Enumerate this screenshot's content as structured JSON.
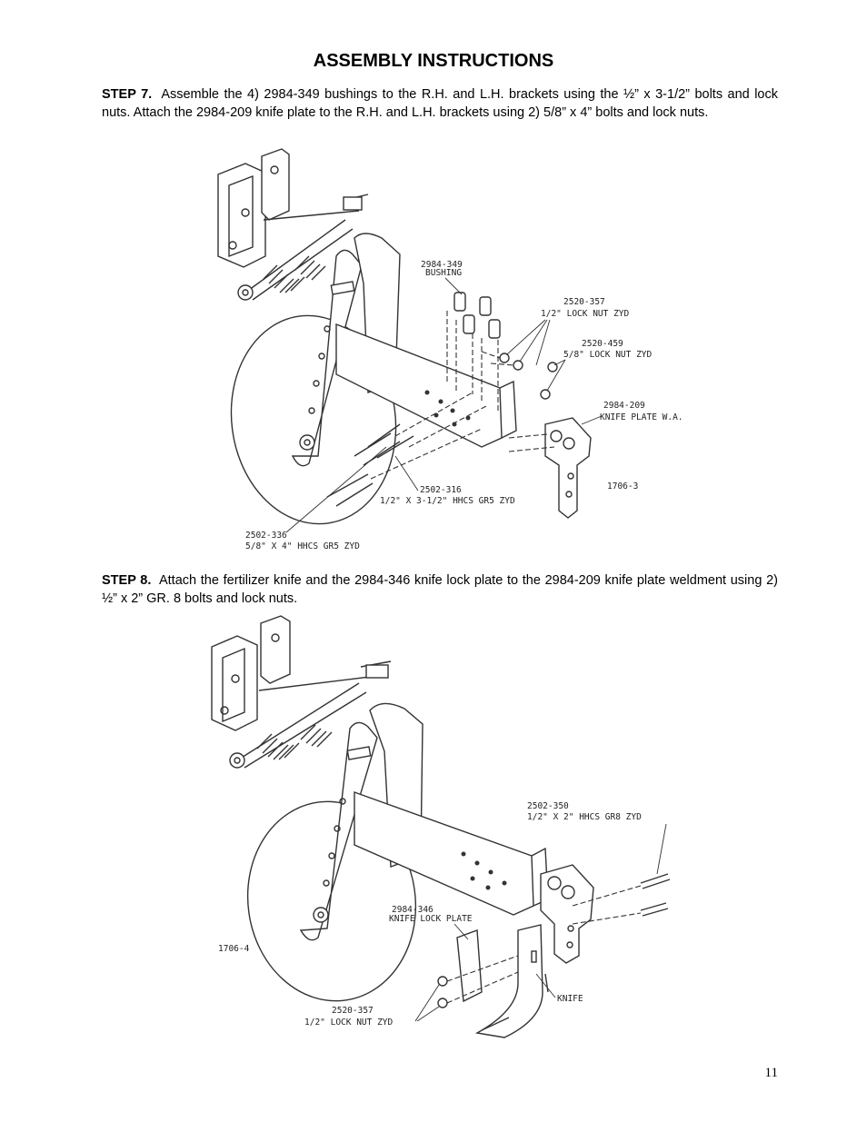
{
  "page": {
    "title": "ASSEMBLY INSTRUCTIONS",
    "page_number": "11"
  },
  "step7": {
    "label": "STEP 7.",
    "text": "Assemble the 4) 2984-349 bushings to the R.H. and L.H. brackets using the ½” x 3-1/2” bolts and lock nuts.  Attach the 2984-209 knife plate to the R.H. and L.H. brackets using 2) 5/8” x 4” bolts and lock nuts.",
    "figure": {
      "drawing_number": "1706-3",
      "callouts": {
        "bushing_pn": "2984-349",
        "bushing_desc": "BUSHING",
        "locknut12_pn": "2520-357",
        "locknut12_desc": "1/2\" LOCK NUT ZYD",
        "locknut58_pn": "2520-459",
        "locknut58_desc": "5/8\" LOCK NUT ZYD",
        "knifeplate_pn": "2984-209",
        "knifeplate_desc": "KNIFE PLATE W.A.",
        "bolt12_pn": "2502-316",
        "bolt12_desc": "1/2\" X 3-1/2\" HHCS GR5 ZYD",
        "bolt58_pn": "2502-336",
        "bolt58_desc": "5/8\" X 4\" HHCS GR5 ZYD"
      }
    }
  },
  "step8": {
    "label": "STEP 8.",
    "text": "Attach the fertilizer knife and the 2984-346 knife lock plate to the 2984-209 knife plate weldment using 2) ½” x 2” GR. 8 bolts and lock nuts.",
    "figure": {
      "drawing_number": "1706-4",
      "callouts": {
        "bolt_pn": "2502-350",
        "bolt_desc": "1/2\" X 2\" HHCS GR8 ZYD",
        "lockplate_pn": "2984-346",
        "lockplate_desc": "KNIFE LOCK PLATE",
        "knife_desc": "KNIFE",
        "locknut_pn": "2520-357",
        "locknut_desc": "1/2\" LOCK NUT ZYD"
      }
    }
  }
}
